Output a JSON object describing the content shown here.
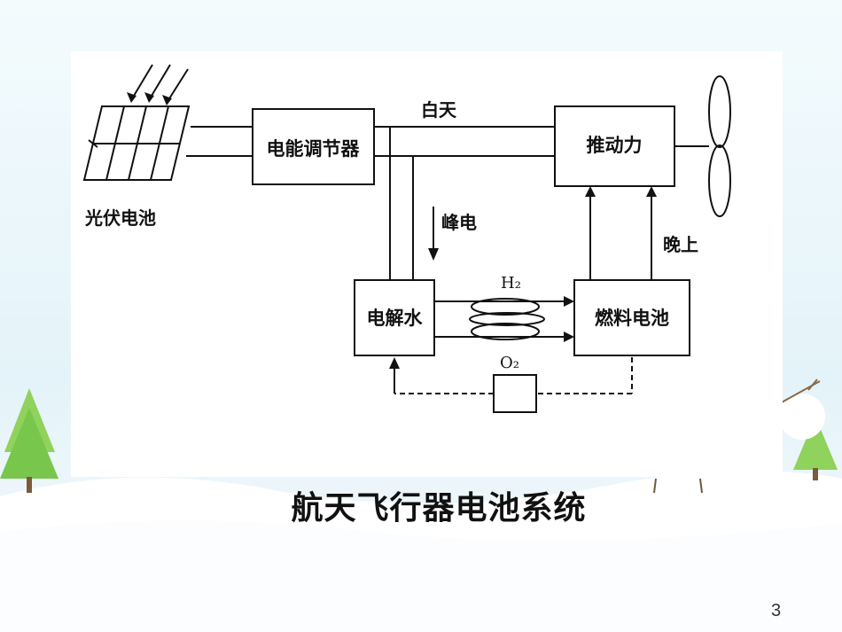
{
  "slide": {
    "caption": "航天飞行器电池系统",
    "page_number": "3"
  },
  "diagram": {
    "solar_panel_label": "光伏电池",
    "power_regulator_label": "电能调节器",
    "propulsion_label": "推动力",
    "electrolysis_label": "电解水",
    "fuel_cell_label": "燃料电池",
    "daytime_label": "白天",
    "peak_power_label": "峰电",
    "night_label": "晚上",
    "h2_label": "H₂",
    "o2_label": "O₂"
  },
  "colors": {
    "background_sky": "#e9f6fb",
    "snow": "#ffffff",
    "tree_green": "#79c64d",
    "tree_trunk": "#7a5a3a",
    "line": "#111111"
  }
}
